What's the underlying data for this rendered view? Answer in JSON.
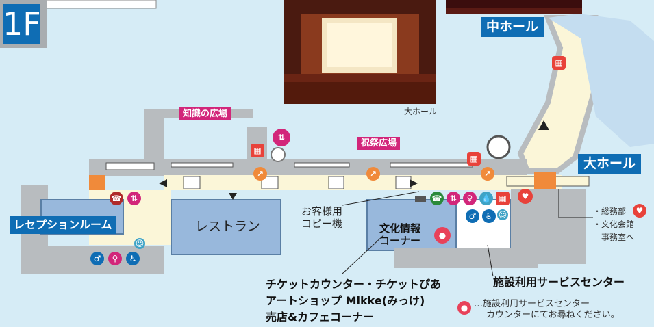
{
  "floor_label": "1F",
  "photo_caption": "大ホール",
  "labels": {
    "middle_hall": "中ホール",
    "grand_hall": "大ホール",
    "knowledge_plaza": "知識の広場",
    "festival_plaza": "祝祭広場",
    "reception_room": "レセプションルーム",
    "restaurant": "レストラン",
    "culture_info_line1": "文化情報",
    "culture_info_line2": "コーナー",
    "copier_line1": "お客様用",
    "copier_line2": "コピー機",
    "ticket_line1": "チケットカウンター・チケットぴあ",
    "ticket_line2": "アートショップ Mikke(みっけ)",
    "ticket_line3": "売店&カフェコーナー",
    "service_center": "施設利用サービスセンター",
    "general_affairs_line1": "・総務部",
    "general_affairs_line2": "・文化会館",
    "general_affairs_line3": "事務室へ",
    "legend_line1": "…施設利用サービスセンター",
    "legend_line2": "カウンターにてお尋ねください。"
  },
  "colors": {
    "background": "#d6ecf6",
    "corridor": "#fbf6d8",
    "wall": "#b8bcbf",
    "room": "#98b8dc",
    "accent_blue": "#0f6db4",
    "accent_pink": "#d2267a",
    "accent_red": "#e8423a"
  },
  "icons": [
    "elevator-icon",
    "vending-machine-icon",
    "escalator-icon",
    "restroom-icon",
    "accessible-icon",
    "nursing-room-icon",
    "telephone-icon",
    "water-fountain-icon",
    "aed-icon",
    "information-icon",
    "baby-changing-icon",
    "stairs-icon"
  ]
}
